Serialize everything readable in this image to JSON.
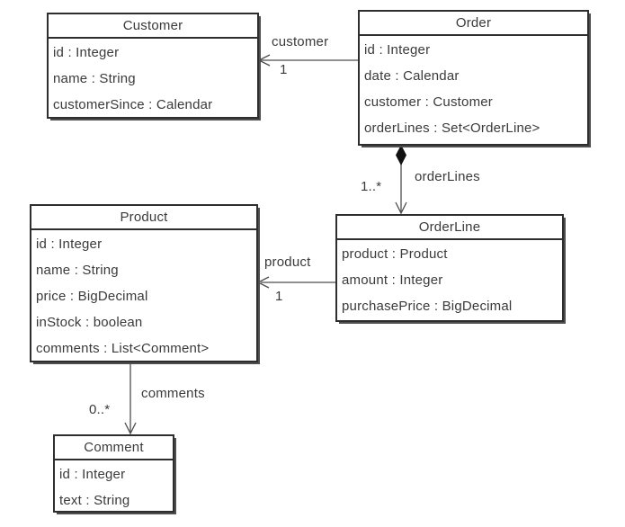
{
  "diagram": {
    "type": "uml-class-diagram",
    "colors": {
      "background": "#ffffff",
      "box_border": "#2e2e2e",
      "box_shadow": "#4f4f4f",
      "edge_line": "#4d4d4d",
      "text": "#3a3a3a",
      "composition_diamond": "#111111"
    },
    "classes": [
      {
        "name": "Customer",
        "attributes": [
          "id : Integer",
          "name : String",
          "customerSince : Calendar"
        ]
      },
      {
        "name": "Order",
        "attributes": [
          "id : Integer",
          "date : Calendar",
          "customer : Customer",
          "orderLines : Set<OrderLine>"
        ]
      },
      {
        "name": "Product",
        "attributes": [
          "id : Integer",
          "name : String",
          "price : BigDecimal",
          "inStock : boolean",
          "comments : List<Comment>"
        ]
      },
      {
        "name": "OrderLine",
        "attributes": [
          "product : Product",
          "amount : Integer",
          "purchasePrice : BigDecimal"
        ]
      },
      {
        "name": "Comment",
        "attributes": [
          "id : Integer",
          "text : String"
        ]
      }
    ],
    "associations": [
      {
        "from": "Order",
        "to": "Customer",
        "label": "customer",
        "multiplicity": "1",
        "kind": "directed-association"
      },
      {
        "from": "Order",
        "to": "OrderLine",
        "label": "orderLines",
        "multiplicity": "1..*",
        "kind": "composition"
      },
      {
        "from": "OrderLine",
        "to": "Product",
        "label": "product",
        "multiplicity": "1",
        "kind": "directed-association"
      },
      {
        "from": "Product",
        "to": "Comment",
        "label": "comments",
        "multiplicity": "0..*",
        "kind": "directed-association"
      }
    ]
  }
}
